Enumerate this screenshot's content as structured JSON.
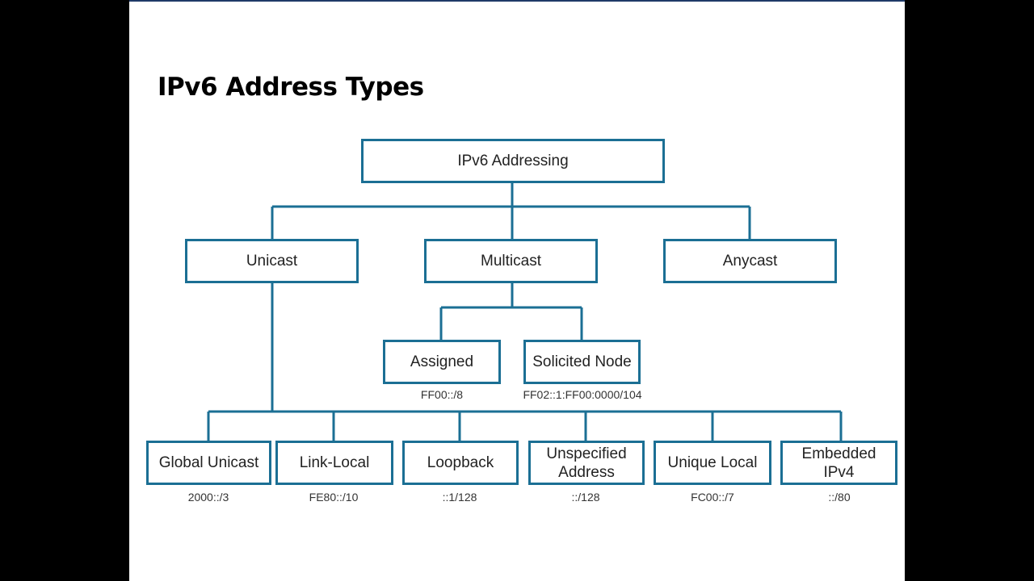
{
  "title": "IPv6 Address Types",
  "diagram": {
    "root": "IPv6 Addressing",
    "level1": [
      "Unicast",
      "Multicast",
      "Anycast"
    ],
    "multicast_children": [
      {
        "label": "Assigned",
        "prefix": "FF00::/8"
      },
      {
        "label": "Solicited Node",
        "prefix": "FF02::1:FF00:0000/104"
      }
    ],
    "unicast_children": [
      {
        "label": "Global Unicast",
        "prefix": "2000::/3"
      },
      {
        "label": "Link-Local",
        "prefix": "FE80::/10"
      },
      {
        "label": "Loopback",
        "prefix": "::1/128"
      },
      {
        "label": "Unspecified Address",
        "prefix": "::/128"
      },
      {
        "label": "Unique Local",
        "prefix": "FC00::/7"
      },
      {
        "label": "Embedded IPv4",
        "prefix": "::/80"
      }
    ],
    "line_color": "#1b6f94"
  }
}
